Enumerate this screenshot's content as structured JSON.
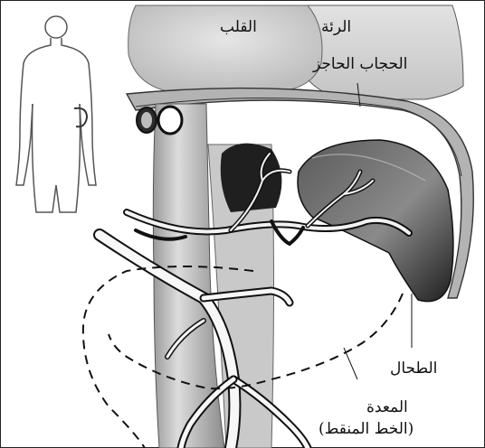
{
  "labels": {
    "heart": "القلب",
    "lung": "الرئة",
    "diaphragm": "الحجاب الحاجز",
    "spleen": "الطحال",
    "stomach": "المعدة",
    "dotted_line": "(الخط المنقط)"
  },
  "colors": {
    "background": "#ffffff",
    "tissue_light": "#d9d9d9",
    "tissue_mid": "#a8a8a8",
    "tissue_dark": "#333333",
    "line": "#111111"
  },
  "icons": {
    "body_silhouette": "human-body-outline-icon"
  }
}
